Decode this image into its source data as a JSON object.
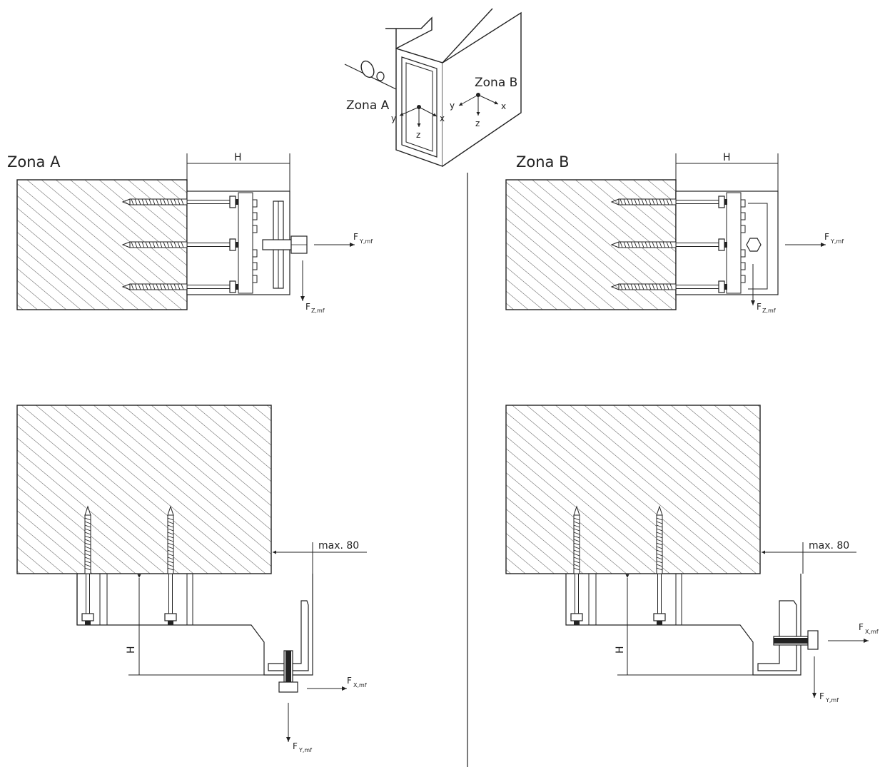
{
  "iso": {
    "zona_a": "Zona A",
    "zona_b": "Zona B",
    "axis_x": "x",
    "axis_y": "y",
    "axis_z": "z"
  },
  "zone_a": {
    "title": "Zona A",
    "dim_h": "H",
    "force_y": "F",
    "force_y_sub": "Y,mf",
    "force_z": "F",
    "force_z_sub": "Z,mf"
  },
  "zone_b": {
    "title": "Zona B",
    "dim_h": "H",
    "force_y": "F",
    "force_y_sub": "Y,mf",
    "force_z": "F",
    "force_z_sub": "Z,mf"
  },
  "bottom_left": {
    "max_label": "max. 80",
    "dim_h": "H",
    "force_x": "F",
    "force_x_sub": "X,mf",
    "force_y": "F",
    "force_y_sub": "Y,mf"
  },
  "bottom_right": {
    "max_label": "max. 80",
    "dim_h": "H",
    "force_x": "F",
    "force_x_sub": "X,mf",
    "force_y": "F",
    "force_y_sub": "Y,mf"
  }
}
